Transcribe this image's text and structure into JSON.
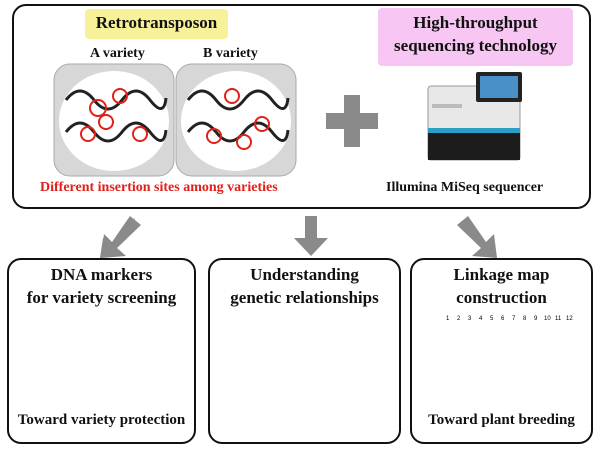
{
  "top": {
    "retro_title": "Retrotransposon",
    "hts_title_line1": "High-throughput",
    "hts_title_line2": "sequencing technology",
    "variety_a": "A variety",
    "variety_b": "B variety",
    "insertion_note": "Different insertion sites among varieties",
    "sequencer_label": "Illumina MiSeq sequencer"
  },
  "panels": [
    {
      "title_line1": "DNA markers",
      "title_line2": "for variety screening",
      "footer": "Toward variety protection"
    },
    {
      "title_line1": "Understanding",
      "title_line2": "genetic relationships",
      "footer": ""
    },
    {
      "title_line1": "Linkage map",
      "title_line2": "construction",
      "footer": "Toward plant breeding"
    }
  ],
  "linkage_chromosomes": [
    "1",
    "2",
    "3",
    "4",
    "5",
    "6",
    "7",
    "8",
    "9",
    "10",
    "11",
    "12"
  ],
  "colors": {
    "retro_bg": "#f7f29a",
    "hts_bg": "#f7c6f2",
    "insertion_text": "#e0201a",
    "arrow": "#8a8a8a",
    "circle": "#e0201a"
  }
}
